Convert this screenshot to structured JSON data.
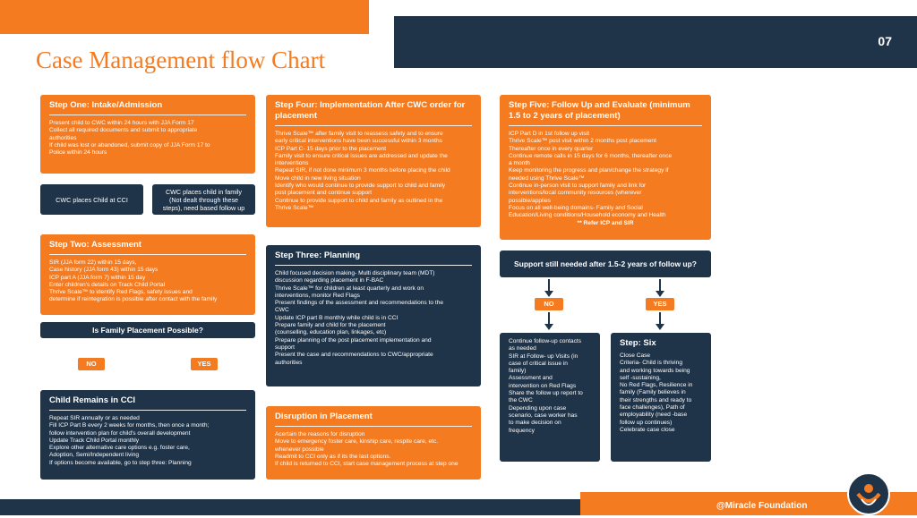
{
  "header": {
    "page_number": "07",
    "title": "Case Management flow Chart"
  },
  "step_one": {
    "heading": "Step One: Intake/Admission",
    "lines": [
      "Present child to CWC within 24 hours with JJA Form 17",
      "Collect all required documents and submit to appropriate",
      "authorities",
      "If child was lost or abandoned, submit copy of JJA Form 17 to",
      "Police within 24 hours"
    ]
  },
  "cwc_places": {
    "label": "CWC places Child at CCI"
  },
  "cwc_family": {
    "label": "CWC places child in family (Not dealt through these steps), need based follow up"
  },
  "step_two": {
    "heading": "Step Two: Assessment",
    "lines": [
      "SIR (JJA form 22) within 15 days,",
      "Case history (JJA form 43) within 15 days",
      "ICP part A (JJA form 7) within 15 day",
      "Enter children's details on Track Child Portal",
      "Thrive Scale™ to identify Red Flags, safety issues and",
      "determine if reintegration is possible after contact with the family"
    ]
  },
  "family_question": {
    "label": "Is Family Placement Possible?",
    "no": "NO",
    "yes": "YES"
  },
  "child_remains": {
    "heading": "Child Remains in CCI",
    "lines": [
      "Repeat SIR annually or as needed",
      "Fill ICP Part B every 2 weeks for months, then once a month;",
      "follow intervention plan for child's overall development",
      "Update Track Child Portal monthly",
      "Explore other alternative care options e.g. foster care,",
      "Adoption, Semi/Independent living",
      "If options become available, go to step three: Planning"
    ]
  },
  "step_four": {
    "heading": "Step Four: Implementation After CWC order for placement",
    "lines": [
      "Thrive Scale™ after family visit to reassess safety and to ensure",
      "early critical interventions have been successful within 3 months",
      "ICP Part C- 15 days prior to the placement",
      "Family visit to ensure critical issues are addressed and update the",
      "interventions",
      "Repeat SIR, if not done minimum 3 months before placing the child",
      "Move child in new living situation",
      "Identify who would continue to provide support to child and family",
      "post placement and continue support",
      "Continue to provide support to child and family as outlined in the",
      "Thrive Scale™"
    ]
  },
  "step_three": {
    "heading": "Step Three: Planning",
    "lines": [
      "Child focused decision making- Multi disciplinary team (MDT)",
      "discussion regarding placement in F-BAC",
      "Thrive Scale™ for children at least quarterly and work on",
      "interventions, monitor Red Flags",
      "Present findings of the assessment and recommendations to the",
      "CWC",
      "Update ICP part B monthly while child is in CCI",
      "Prepare family and child for the placement",
      "(counselling, education plan, linkages, etc)",
      "Prepare planning of the post placement implementation and",
      "support",
      "Present the case and recommendations to CWC/appropriate",
      "authorities"
    ]
  },
  "disruption": {
    "heading": "Disruption in Placement",
    "lines": [
      "Acertain the reasons for disruption",
      "Move to emergency foster care, kinship care, respite care, etc.",
      "whenever possible",
      "Readmit to CCI only as if its the last options.",
      "If child is returned to CCI, start case management process at step one"
    ]
  },
  "step_five": {
    "heading": "Step Five: Follow Up and Evaluate (minimum 1.5 to 2 years of placement)",
    "lines": [
      "ICP Part D in 1st follow up visit",
      "Thrive Scale™ post visit within 2 months post placement",
      "Thereafter once in every quarter",
      "Continue remote calls in 15 days for 6 months, thereafter once",
      "a month",
      "Keep monitoring the progress and plan/change the strategy if",
      "needed using Thrive Scale™",
      "Continue in-person visit to support family and link for",
      "interventions/local community resources (wherever",
      "possible/applies",
      "Focus on all well-being domains- Family and Social",
      "Education/Living conditions/Household economy and Health"
    ],
    "note": "** Refer ICP and SIR"
  },
  "support_question": {
    "label": "Support still needed after 1.5-2 years of follow up?",
    "no": "NO",
    "yes": "YES"
  },
  "continue_followup": {
    "lines": [
      "Continue follow-up contacts",
      "as needed",
      "SIR at Follow- up Visits (in",
      "case of critical issue in",
      "family)",
      "Assessment and",
      "intervention on Red Flags",
      "Share the follow up report to",
      "the CWC",
      "Depending upon case",
      "scenario, case worker has",
      "to make decision on",
      "frequency"
    ]
  },
  "step_six": {
    "heading": "Step: Six",
    "lines": [
      "Close Case",
      "Criteria- Child is thriving",
      "and working towards being",
      "self -sustaining,",
      "No Red Flags, Resilience in",
      "family (Family believes in",
      "their strengths and ready to",
      "face challenges), Path of",
      "employability (need -base",
      "follow up continues)",
      "Celebrate case close"
    ]
  },
  "footer": {
    "credit": "@Miracle Foundation"
  },
  "colors": {
    "orange": "#f47b20",
    "navy": "#1f3349"
  }
}
